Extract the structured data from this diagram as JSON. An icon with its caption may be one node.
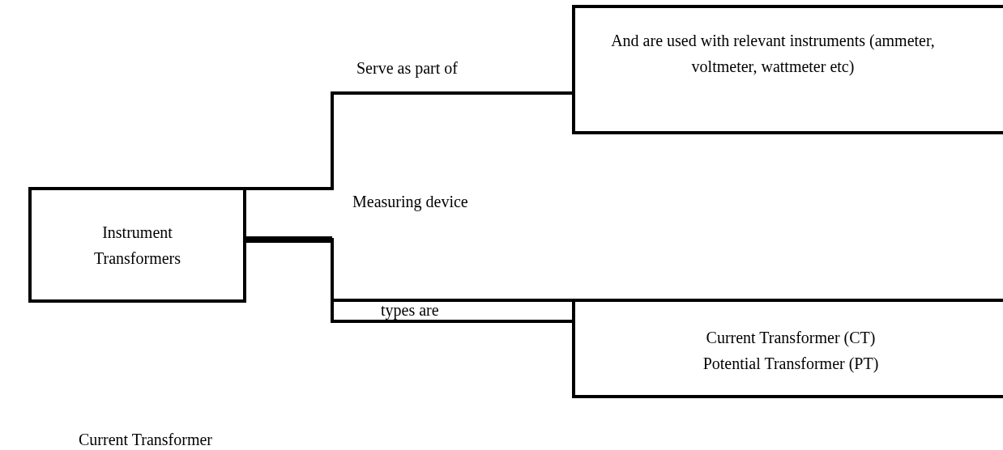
{
  "diagram": {
    "nodes": [
      {
        "text": [
          "Instrument Transformers"
        ]
      },
      {
        "text": [
          "And are used with relevant instruments (ammeter, voltmeter, wattmeter etc)"
        ]
      },
      {
        "text": [
          "Current Transformer (CT) Potential Transformer (PT)"
        ]
      }
    ],
    "edges": [
      {
        "from": 0,
        "to": 1,
        "arrow": "none",
        "label": "Serve as part of"
      },
      {
        "from": 0,
        "to": 2,
        "arrow": "none",
        "label": "types are"
      }
    ],
    "labels": [
      "Measuring device",
      "Current Transformer"
    ]
  }
}
